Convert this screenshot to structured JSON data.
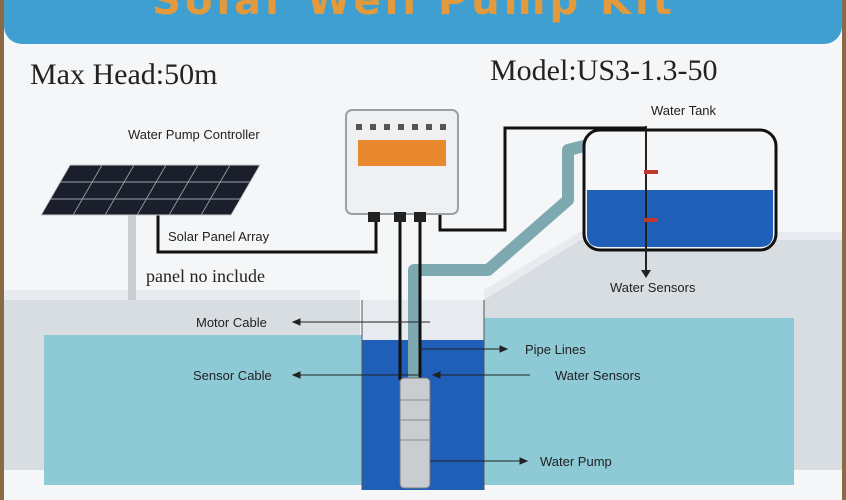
{
  "banner": {
    "title": "Solar Well Pump Kit"
  },
  "specs": {
    "max_head": "Max Head:50m",
    "model": "Model:US3-1.3-50"
  },
  "labels": {
    "controller": "Water Pump Controller",
    "solar_panel": "Solar Panel Array",
    "panel_note": "panel no include",
    "water_tank": "Water Tank",
    "water_sensors_tank": "Water Sensors",
    "motor_cable": "Motor Cable",
    "pipe_lines": "Pipe Lines",
    "sensor_cable": "Sensor Cable",
    "water_sensors_well": "Water Sensors",
    "water_pump": "Water Pump"
  },
  "colors": {
    "banner": "#3f9fd0",
    "well_water": "#8ec9d6",
    "tank_water": "#1f5fb8",
    "pipe": "#7fa9b0"
  }
}
